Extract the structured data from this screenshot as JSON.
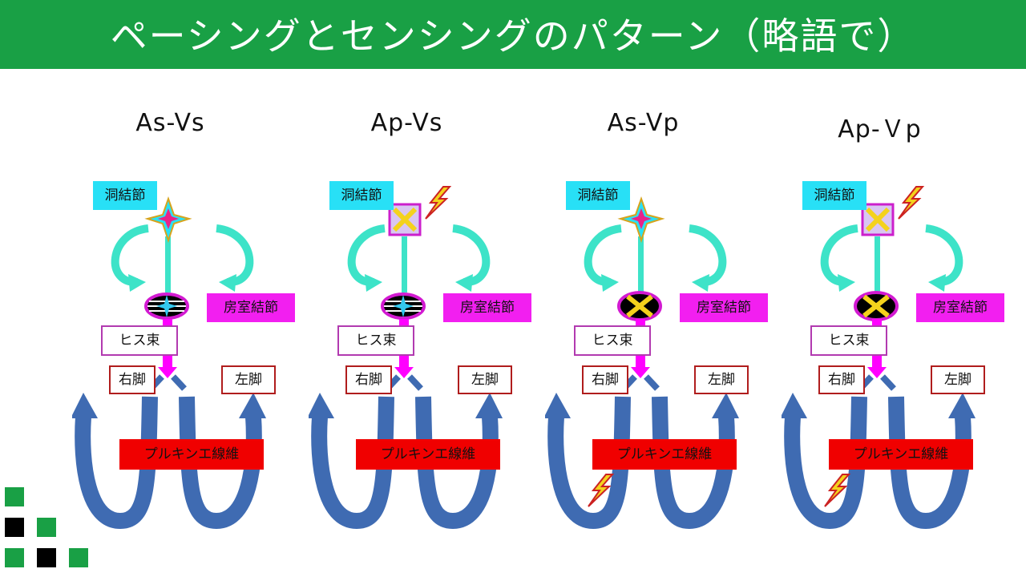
{
  "title": "ペーシングとセンシングのパターン（略語で）",
  "colors": {
    "title_bg": "#19a045",
    "sinus_node": "#28e0f6",
    "av_node": "#f21ff0",
    "purkinje": "#f00000",
    "arrow_blue": "#3f6bb2",
    "conduction": "#ff00ff",
    "spike": "#f4d21c"
  },
  "labels": {
    "sinus_node": "洞結節",
    "av_node": "房室結節",
    "his_bundle": "ヒス束",
    "right_bundle": "右脚",
    "left_bundle": "左脚",
    "purkinje": "プルキンエ線維"
  },
  "panels": [
    {
      "title": "As-Vs",
      "atrial_paced": false,
      "ventricular_paced": false
    },
    {
      "title": "Ap-Vs",
      "atrial_paced": true,
      "ventricular_paced": false
    },
    {
      "title": "As-Vp",
      "atrial_paced": false,
      "ventricular_paced": true
    },
    {
      "title": "Ap-Ｖp",
      "atrial_paced": true,
      "ventricular_paced": true
    }
  ]
}
